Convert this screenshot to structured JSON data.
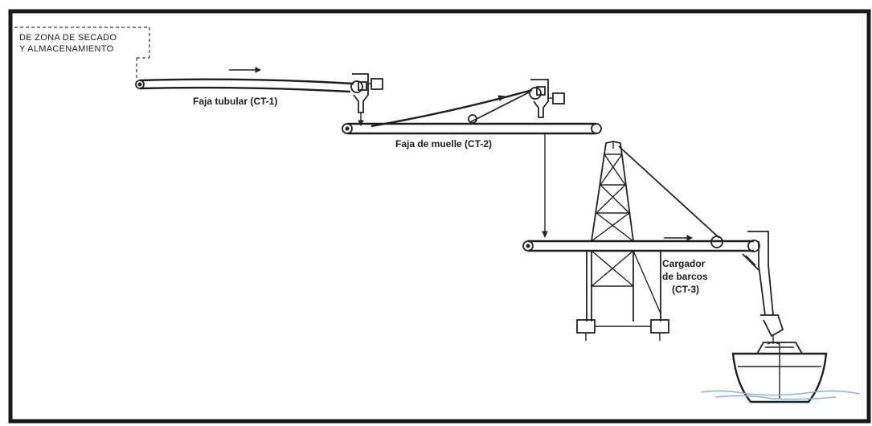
{
  "labels": {
    "source_line1": "DE ZONA DE SECADO",
    "source_line2": "Y ALMACENAMIENTO",
    "ct1": "Faja tubular (CT-1)",
    "ct2": "Faja de muelle (CT-2)",
    "ct3_line1": "Cargador",
    "ct3_line2": "de barcos",
    "ct3_line3": "(CT-3)"
  },
  "colors": {
    "line": "#222222",
    "frame": "#1a1a1a",
    "water": "#8fb4d8"
  }
}
